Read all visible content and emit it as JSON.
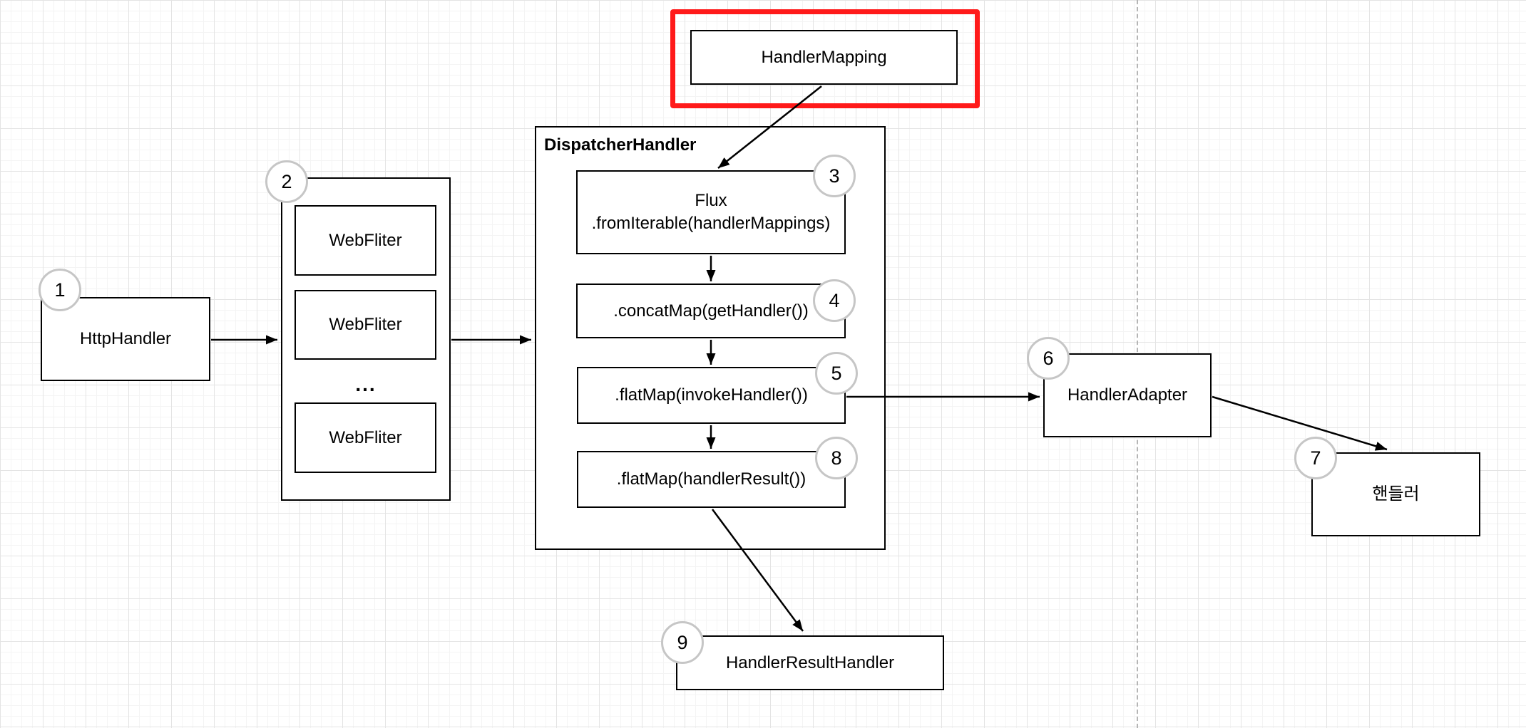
{
  "nodes": {
    "handler_mapping": {
      "label": "HandlerMapping"
    },
    "http_handler": {
      "label": "HttpHandler",
      "badge": "1"
    },
    "web_filter_group": {
      "badge": "2",
      "ellipsis": "...",
      "filters": [
        {
          "label": "WebFliter"
        },
        {
          "label": "WebFliter"
        },
        {
          "label": "WebFliter"
        }
      ]
    },
    "dispatcher_handler": {
      "title": "DispatcherHandler",
      "steps": [
        {
          "badge": "3",
          "label": "Flux\n.fromIterable(handlerMappings)"
        },
        {
          "badge": "4",
          "label": ".concatMap(getHandler())"
        },
        {
          "badge": "5",
          "label": ".flatMap(invokeHandler())"
        },
        {
          "badge": "8",
          "label": ".flatMap(handlerResult())"
        }
      ]
    },
    "handler_adapter": {
      "label": "HandlerAdapter",
      "badge": "6"
    },
    "handler": {
      "label": "핸들러",
      "badge": "7"
    },
    "handler_result_handler": {
      "label": "HandlerResultHandler",
      "badge": "9"
    }
  },
  "colors": {
    "highlight_red": "#ff1a1a",
    "badge_ring": "#c6c6c6",
    "shape_border": "#000000",
    "divider_gray": "#b5b5b5",
    "grid_minor": "#f4f4f4",
    "grid_major": "#e4e4e4"
  }
}
